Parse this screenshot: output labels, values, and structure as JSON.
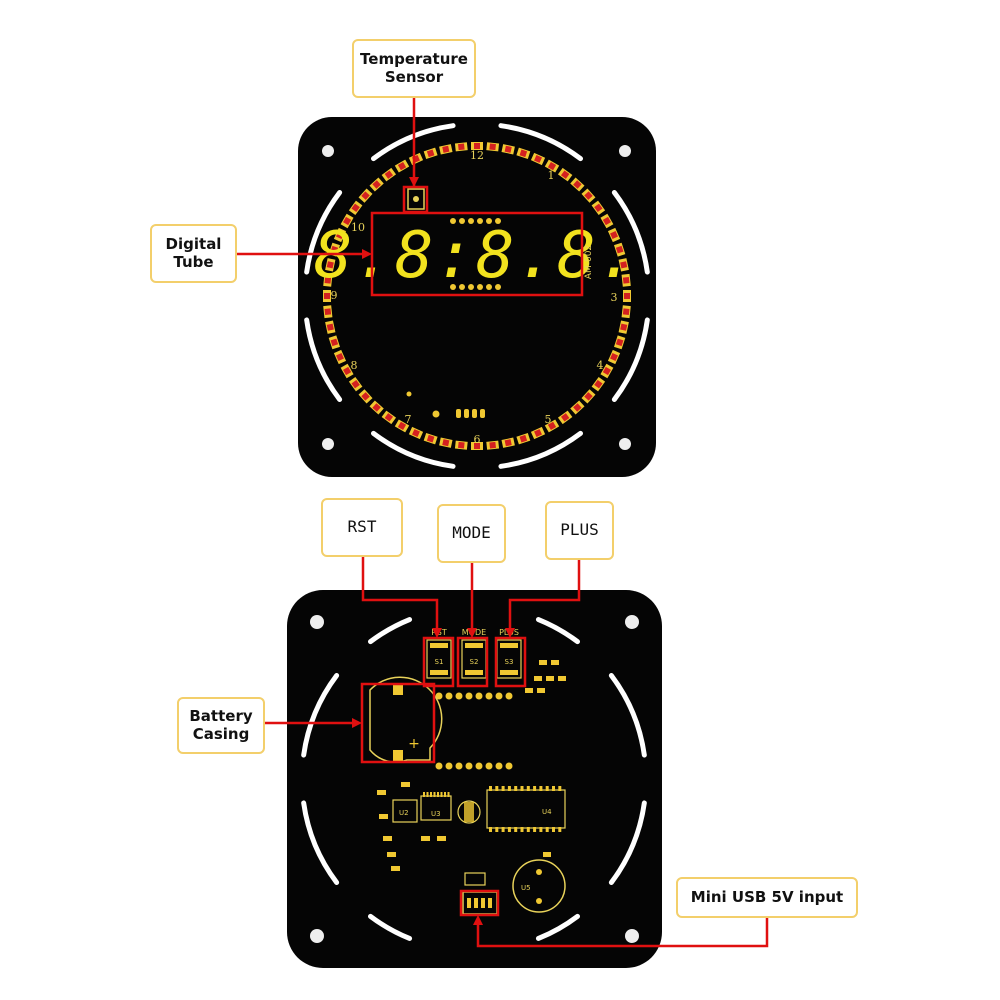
{
  "callouts": {
    "temperature_sensor": "Temperature\nSensor",
    "digital_tube": "Digital\nTube",
    "rst": "RST",
    "mode": "MODE",
    "plus": "PLUS",
    "battery_casing": "Battery\nCasing",
    "mini_usb": "Mini USB 5V input"
  },
  "top_board": {
    "display_digits": "8.8:8.8.",
    "model_code": "AM-002",
    "dial_numbers": [
      "12",
      "1",
      "3",
      "4",
      "5",
      "6",
      "7",
      "8",
      "9",
      "10"
    ]
  },
  "bottom_board": {
    "silk_labels": [
      "RST",
      "MODE",
      "PLUS",
      "S1",
      "S2",
      "S3",
      "U4",
      "U2",
      "U3",
      "U5",
      "+"
    ]
  },
  "colors": {
    "pcb": "#050505",
    "silkscreen": "#e8d25a",
    "pads": "#f0c832",
    "led": "#d42020",
    "annotation": "#e01010",
    "callout_border": "#f3cf6b"
  }
}
